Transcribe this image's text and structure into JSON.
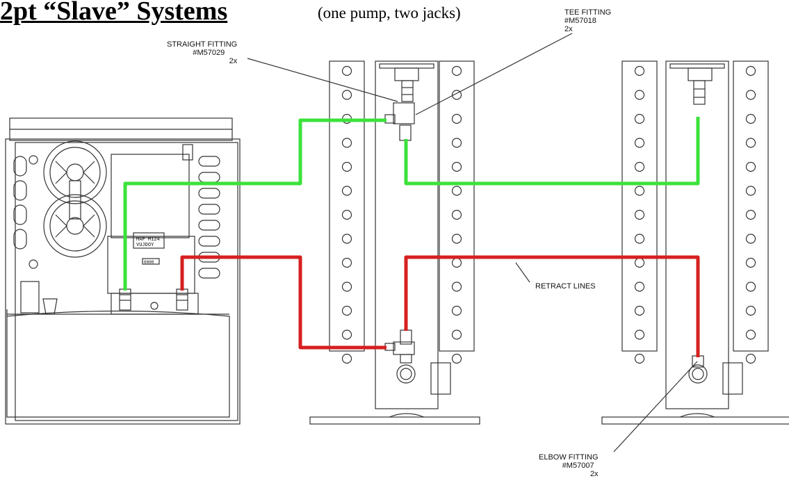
{
  "title": "2pt “Slave” Systems",
  "subtitle": "(one pump, two jacks)",
  "callouts": {
    "straight": {
      "name": "STRAIGHT FITTING",
      "part": "#M57029",
      "qty": "2x"
    },
    "tee": {
      "name": "TEE FITTING",
      "part": "#M57018",
      "qty": "2x"
    },
    "retract": {
      "name": "RETRACT LINES"
    },
    "elbow": {
      "name": "ELBOW FITTING",
      "part": "#M57007",
      "qty": "2x"
    }
  },
  "pump_label": {
    "line1": "MAP M124",
    "line2": "VUJDOY",
    "small": "0000"
  },
  "colors": {
    "extend_line": "#3be23b",
    "retract_line": "#d62020",
    "drawing": "#333333"
  }
}
